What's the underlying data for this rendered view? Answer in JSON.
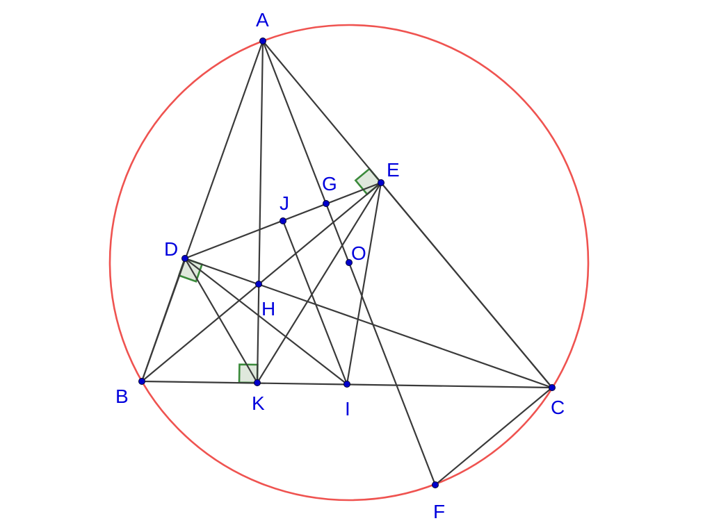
{
  "points": [
    {
      "id": "A",
      "label": "A"
    },
    {
      "id": "B",
      "label": "B"
    },
    {
      "id": "C",
      "label": "C"
    },
    {
      "id": "D",
      "label": "D"
    },
    {
      "id": "E",
      "label": "E"
    },
    {
      "id": "F",
      "label": "F"
    },
    {
      "id": "G",
      "label": "G"
    },
    {
      "id": "H",
      "label": "H"
    },
    {
      "id": "I",
      "label": "I"
    },
    {
      "id": "J",
      "label": "J"
    },
    {
      "id": "K",
      "label": "K"
    },
    {
      "id": "O",
      "label": "O"
    }
  ],
  "segments": [
    [
      "A",
      "B"
    ],
    [
      "A",
      "C"
    ],
    [
      "B",
      "C"
    ],
    [
      "A",
      "K"
    ],
    [
      "A",
      "F"
    ],
    [
      "D",
      "E"
    ],
    [
      "D",
      "K"
    ],
    [
      "D",
      "I"
    ],
    [
      "D",
      "C"
    ],
    [
      "E",
      "B"
    ],
    [
      "E",
      "K"
    ],
    [
      "E",
      "I"
    ],
    [
      "E",
      "C"
    ],
    [
      "J",
      "I"
    ],
    [
      "C",
      "F"
    ],
    [
      "B",
      "D"
    ]
  ],
  "circle": {
    "through": [
      "A",
      "B",
      "C",
      "F"
    ],
    "center": "O"
  },
  "right_angles": [
    "D",
    "E",
    "K"
  ],
  "colors": {
    "circle": "#ef5350",
    "segment": "#3a3a3a",
    "point": "#0000cc",
    "label": "#0000dd",
    "right_angle_fill": "#dfe8dc",
    "right_angle_stroke": "#3a8a3a"
  }
}
